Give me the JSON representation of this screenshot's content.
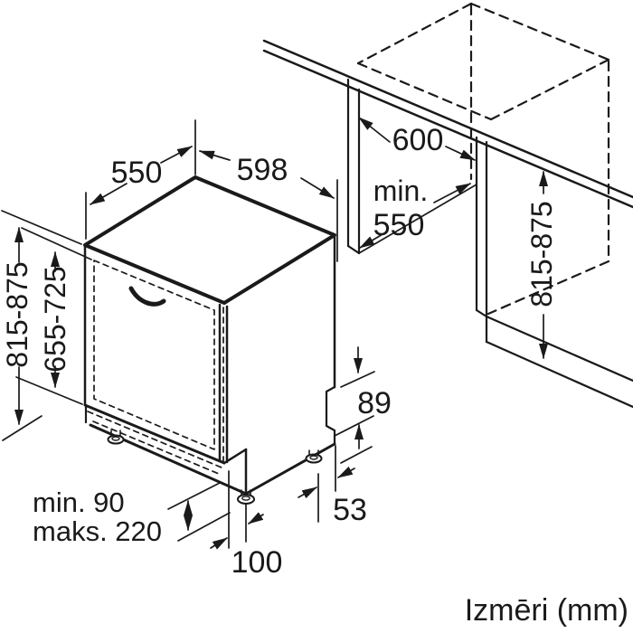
{
  "caption": "Izmēri (mm)",
  "colors": {
    "line": "#1a1a1a",
    "background": "#ffffff"
  },
  "dim_labels": {
    "machine_depth": "550",
    "machine_width": "598",
    "worktop_depth": "600",
    "niche_depth_word": "min.",
    "niche_depth_value": "550",
    "niche_height_left": "815-875",
    "door_panel_height": "655-725",
    "niche_height_right": "815-875",
    "rear_step_height": "89",
    "rear_foot_offset": "53",
    "front_foot_inset": "100",
    "plinth_height_min": "min. 90",
    "plinth_height_max": "maks. 220"
  }
}
